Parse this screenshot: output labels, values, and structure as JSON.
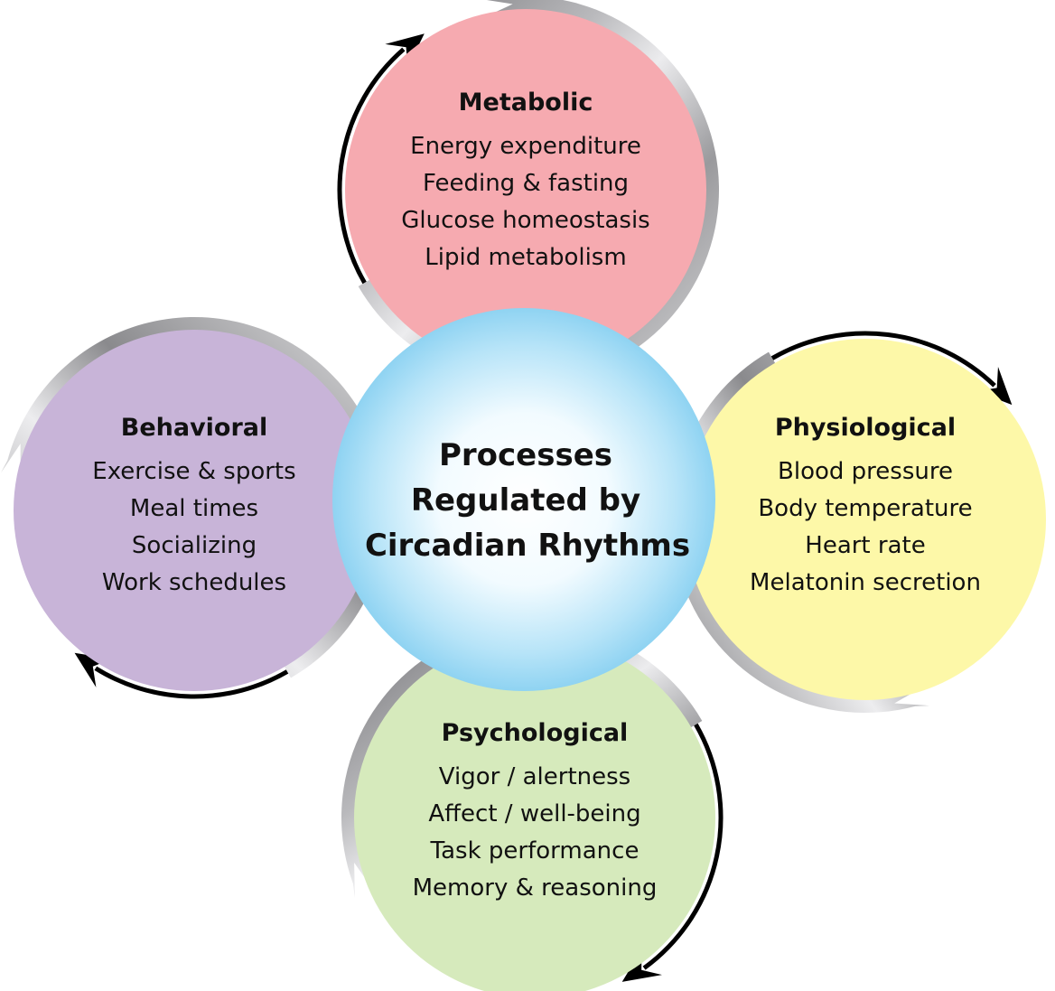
{
  "diagram": {
    "center": {
      "lines": [
        "Processes",
        "Regulated by",
        "Circadian Rhythms"
      ],
      "color_inner": "#ffffff",
      "color_outer": "#8fd3f2"
    },
    "categories": [
      {
        "id": "metabolic",
        "title": "Metabolic",
        "items": [
          "Energy expenditure",
          "Feeding & fasting",
          "Glucose homeostasis",
          "Lipid metabolism"
        ],
        "color": "#f6aab0"
      },
      {
        "id": "physiological",
        "title": "Physiological",
        "items": [
          "Blood pressure",
          "Body temperature",
          "Heart rate",
          "Melatonin secretion"
        ],
        "color": "#fdf8a8"
      },
      {
        "id": "psychological",
        "title": "Psychological",
        "items": [
          "Vigor / alertness",
          "Affect / well-being",
          "Task performance",
          "Memory & reasoning"
        ],
        "color": "#d6eabc"
      },
      {
        "id": "behavioral",
        "title": "Behavioral",
        "items": [
          "Exercise & sports",
          "Meal times",
          "Socializing",
          "Work schedules"
        ],
        "color": "#c8b4d8"
      }
    ],
    "ring_colors": {
      "silver_dark": "#7a7a7c",
      "silver_light": "#e6e6e8",
      "arrow": "#000000"
    }
  }
}
